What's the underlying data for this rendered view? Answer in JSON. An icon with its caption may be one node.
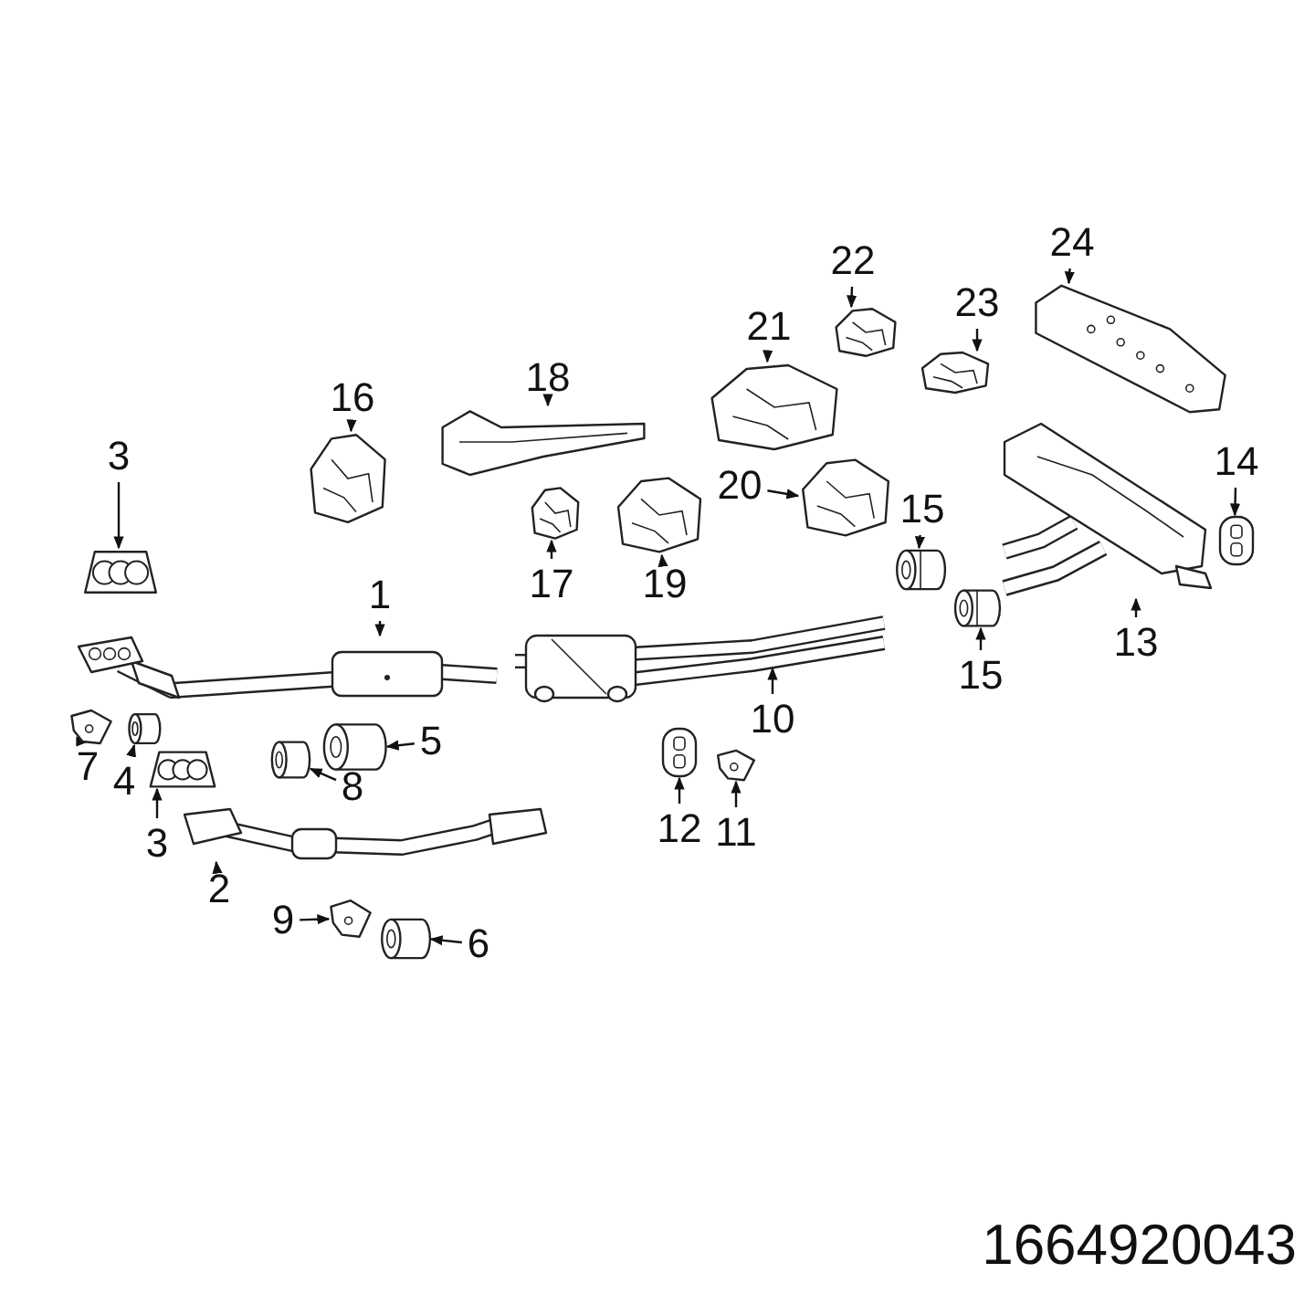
{
  "diagram": {
    "nodes": [
      {
        "text": [
          "24"
        ]
      },
      {
        "text": [
          "22"
        ]
      },
      {
        "text": [
          "23"
        ]
      },
      {
        "text": [
          "21"
        ]
      },
      {
        "text": [
          "18"
        ]
      },
      {
        "text": [
          "16"
        ]
      },
      {
        "text": [
          "3"
        ]
      },
      {
        "text": [
          "20"
        ]
      },
      {
        "text": [
          "15"
        ]
      },
      {
        "text": [
          "14"
        ]
      },
      {
        "text": [
          "1"
        ]
      },
      {
        "text": [
          "17"
        ]
      },
      {
        "text": [
          "19"
        ]
      },
      {
        "text": [
          "13"
        ]
      },
      {
        "text": [
          "15"
        ]
      },
      {
        "text": [
          "10"
        ]
      },
      {
        "text": [
          "5"
        ]
      },
      {
        "text": [
          "7"
        ]
      },
      {
        "text": [
          "4"
        ]
      },
      {
        "text": [
          "8"
        ]
      },
      {
        "text": [
          "3"
        ]
      },
      {
        "text": [
          "2"
        ]
      },
      {
        "text": [
          "12"
        ]
      },
      {
        "text": [
          "11"
        ]
      },
      {
        "text": [
          "9"
        ]
      },
      {
        "text": [
          "6"
        ]
      },
      {
        "text": [],
        "shape": "picture"
      },
      {
        "text": [],
        "shape": "picture"
      },
      {
        "text": [],
        "shape": "picture"
      },
      {
        "text": [],
        "shape": "picture"
      },
      {
        "text": [],
        "shape": "picture"
      },
      {
        "text": [],
        "shape": "picture"
      },
      {
        "text": [],
        "shape": "picture"
      },
      {
        "text": [],
        "shape": "picture"
      },
      {
        "text": [],
        "shape": "picture"
      },
      {
        "text": [],
        "shape": "picture"
      },
      {
        "text": [],
        "shape": "picture"
      },
      {
        "text": [],
        "shape": "picture"
      },
      {
        "text": [],
        "shape": "picture"
      },
      {
        "text": [],
        "shape": "picture"
      },
      {
        "text": [],
        "shape": "picture"
      },
      {
        "text": [],
        "shape": "picture"
      },
      {
        "text": [],
        "shape": "cylinder"
      },
      {
        "text": [],
        "shape": "picture"
      },
      {
        "text": [],
        "shape": "cylinder"
      },
      {
        "text": [],
        "shape": "cylinder"
      },
      {
        "text": [],
        "shape": "picture"
      },
      {
        "text": [],
        "shape": "picture"
      },
      {
        "text": [],
        "shape": "picture"
      },
      {
        "text": [],
        "shape": "picture"
      },
      {
        "text": [],
        "shape": "picture"
      },
      {
        "text": [],
        "shape": "cylinder"
      }
    ],
    "edges": [
      {
        "from": 0,
        "to": 26,
        "arrow": "to"
      },
      {
        "from": 1,
        "to": 27,
        "arrow": "to"
      },
      {
        "from": 2,
        "to": 28,
        "arrow": "to"
      },
      {
        "from": 3,
        "to": 29,
        "arrow": "to"
      },
      {
        "from": 4,
        "to": 30,
        "arrow": "to"
      },
      {
        "from": 5,
        "to": 31,
        "arrow": "to"
      },
      {
        "from": 6,
        "to": 32,
        "arrow": "to"
      },
      {
        "from": 7,
        "to": 33,
        "arrow": "to"
      },
      {
        "from": 8,
        "to": 34,
        "arrow": "to"
      },
      {
        "from": 9,
        "to": 35,
        "arrow": "to"
      },
      {
        "from": 10,
        "to": 36,
        "arrow": "to"
      },
      {
        "from": 11,
        "to": 37,
        "arrow": "to"
      },
      {
        "from": 12,
        "to": 38,
        "arrow": "to"
      },
      {
        "from": 13,
        "to": 39,
        "arrow": "to"
      },
      {
        "from": 14,
        "to": 40,
        "arrow": "to"
      },
      {
        "from": 15,
        "to": 41,
        "arrow": "to"
      },
      {
        "from": 16,
        "to": 42,
        "arrow": "to"
      },
      {
        "from": 17,
        "to": 43,
        "arrow": "to"
      },
      {
        "from": 18,
        "to": 44,
        "arrow": "to"
      },
      {
        "from": 19,
        "to": 45,
        "arrow": "to"
      },
      {
        "from": 20,
        "to": 46,
        "arrow": "to"
      },
      {
        "from": 21,
        "to": 47,
        "arrow": "to"
      },
      {
        "from": 22,
        "to": 48,
        "arrow": "to"
      },
      {
        "from": 23,
        "to": 49,
        "arrow": "to"
      },
      {
        "from": 24,
        "to": 50,
        "arrow": "to"
      },
      {
        "from": 25,
        "to": 51,
        "arrow": "to"
      }
    ],
    "labels": [
      "1664920043"
    ]
  }
}
